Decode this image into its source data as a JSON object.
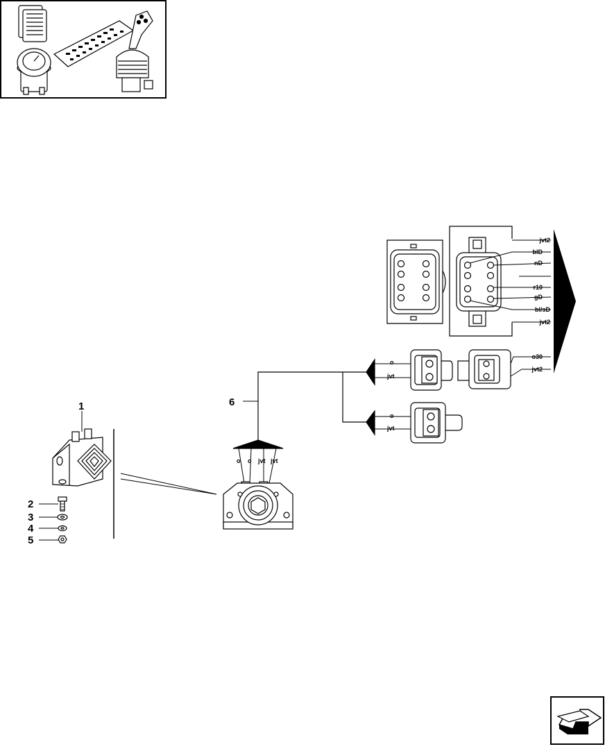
{
  "callouts": {
    "part1": "1",
    "part2": "2",
    "part3": "3",
    "part4": "4",
    "part5": "5",
    "harness": "6"
  },
  "main_connector_wires": [
    "jvt2",
    "blD",
    "nD",
    "r10",
    "gD",
    "bl/sD",
    "jvt2"
  ],
  "upper_branch": {
    "wire_top": "o",
    "wire_bottom": "jvt"
  },
  "mating_connector": {
    "wire_top": "o30",
    "wire_bottom": "jvt2"
  },
  "lower_branch": {
    "wire_top": "o",
    "wire_bottom": "jvt"
  },
  "alarm_pins": [
    "o",
    "o",
    "jvt",
    "jvt"
  ],
  "icons": [
    "thumbnail-components-icon",
    "next-page-arrow-icon"
  ]
}
